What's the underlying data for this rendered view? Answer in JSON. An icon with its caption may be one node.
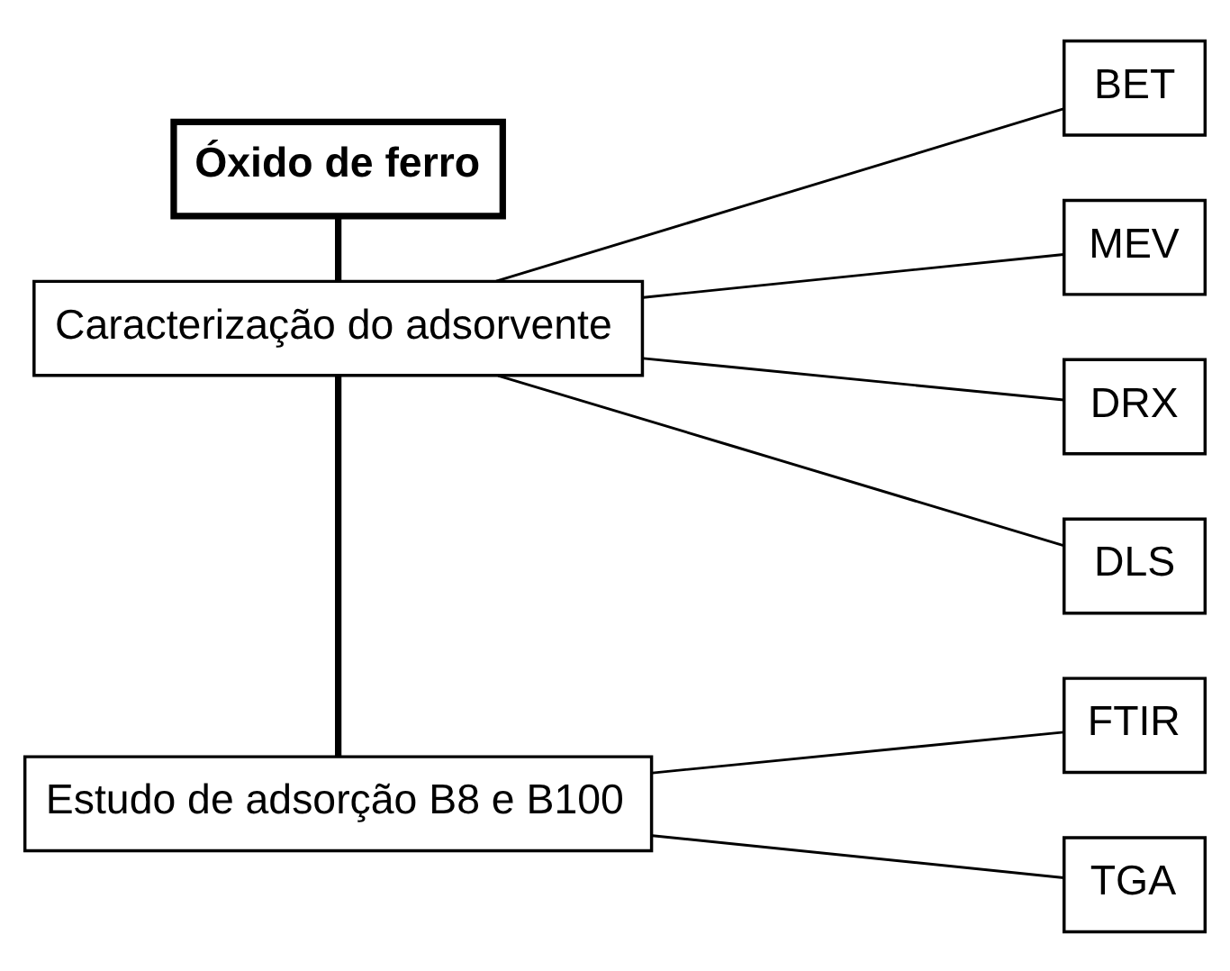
{
  "diagram": {
    "nodes": [
      {
        "text": [
          "Óxido de ferro"
        ]
      },
      {
        "text": [
          "Caracterização do adsorvente"
        ]
      },
      {
        "text": [
          "Estudo de adsorção B8 e B100"
        ]
      },
      {
        "text": [
          "BET"
        ]
      },
      {
        "text": [
          "MEV"
        ]
      },
      {
        "text": [
          "DRX"
        ]
      },
      {
        "text": [
          "DLS"
        ]
      },
      {
        "text": [
          "FTIR"
        ]
      },
      {
        "text": [
          "TGA"
        ]
      }
    ],
    "edges": [
      {
        "from": 0,
        "to": 1,
        "arrow": "none",
        "style": "thick"
      },
      {
        "from": 1,
        "to": 2,
        "arrow": "none",
        "style": "thick"
      },
      {
        "from": 1,
        "to": 3,
        "arrow": "none"
      },
      {
        "from": 1,
        "to": 4,
        "arrow": "none"
      },
      {
        "from": 1,
        "to": 5,
        "arrow": "none"
      },
      {
        "from": 1,
        "to": 6,
        "arrow": "none"
      },
      {
        "from": 2,
        "to": 7,
        "arrow": "none"
      },
      {
        "from": 2,
        "to": 8,
        "arrow": "none"
      }
    ]
  }
}
